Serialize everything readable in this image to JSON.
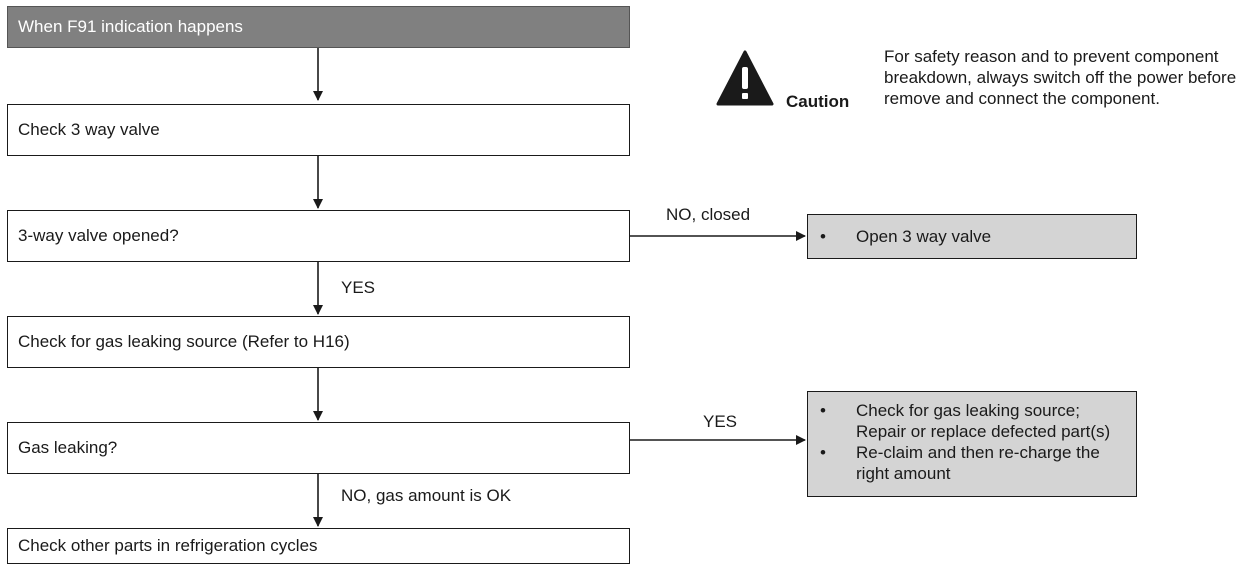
{
  "start": "When F91 indication happens",
  "steps": {
    "check_valve": "Check 3 way valve",
    "valve_opened": "3-way valve opened?",
    "check_leak_source": "Check for gas leaking source (Refer to H16)",
    "gas_leaking": "Gas leaking?",
    "check_other": "Check other parts in refrigeration cycles"
  },
  "edges": {
    "valve_no": "NO, closed",
    "valve_yes": "YES",
    "leak_yes": "YES",
    "leak_no": "NO, gas amount is OK"
  },
  "results": {
    "open_valve": [
      "Open 3 way valve"
    ],
    "leak_actions": [
      {
        "line1": "Check for gas leaking source;",
        "line2": "Repair or replace defected part(s)"
      },
      {
        "line1": "Re-claim and then re-charge the",
        "line2": "right amount"
      }
    ]
  },
  "caution": {
    "label": "Caution",
    "note": "For safety reason and to prevent component breakdown, always switch off the power before remove and connect the component."
  }
}
